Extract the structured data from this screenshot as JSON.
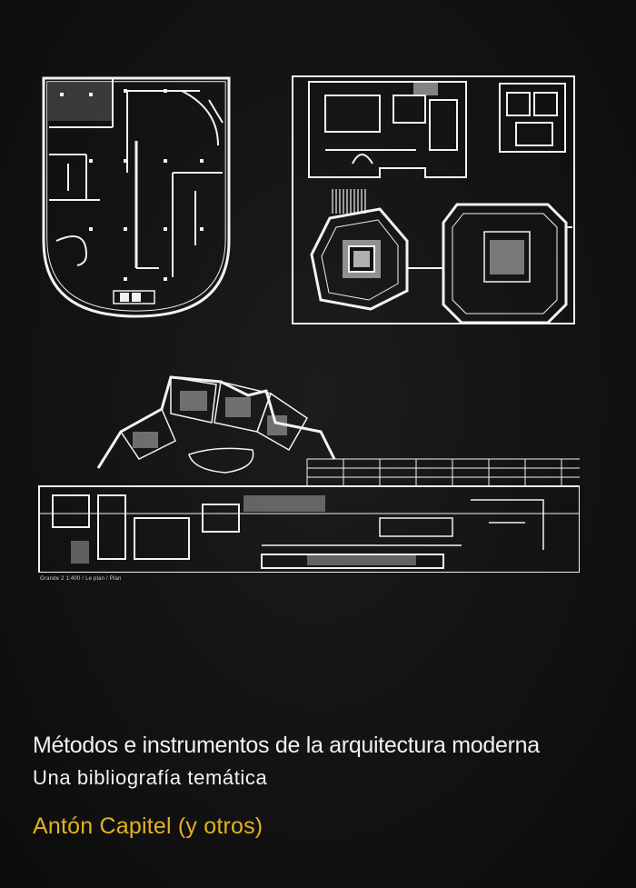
{
  "cover": {
    "title": "Métodos e instrumentos de la arquitectura moderna",
    "subtitle": "Una bibliografía temática",
    "author": "Antón Capitel (y otros)",
    "plan_caption": "Grande 2 1:400 / Le plan / Plan"
  },
  "colors": {
    "background": "#111111",
    "line": "#f2f2f2",
    "title": "#f1f1f1",
    "author": "#e3b21f"
  },
  "illustrations": {
    "top_left": "floor-plan-rounded-villa",
    "top_right": "floor-plan-complex-with-octagonal-halls",
    "bottom": "floor-plan-fan-shaped-building"
  }
}
